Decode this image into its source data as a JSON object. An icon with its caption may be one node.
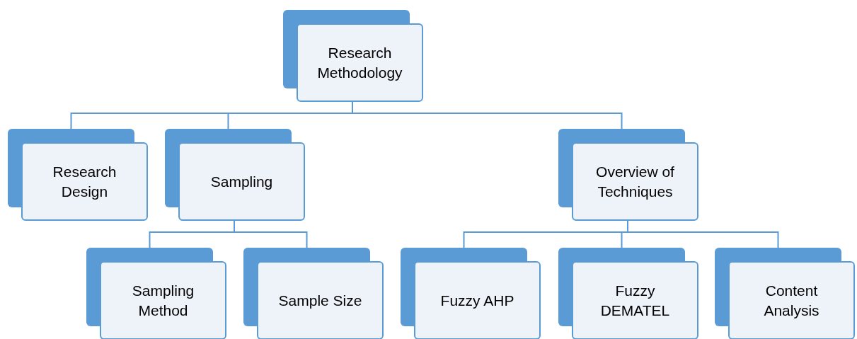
{
  "diagram": {
    "nodes": [
      {
        "text": [
          "Research Methodology"
        ]
      },
      {
        "text": [
          "Research Design"
        ]
      },
      {
        "text": [
          "Sampling"
        ]
      },
      {
        "text": [
          "Overview of Techniques"
        ]
      },
      {
        "text": [
          "Sampling Method"
        ]
      },
      {
        "text": [
          "Sample Size"
        ]
      },
      {
        "text": [
          "Fuzzy AHP"
        ]
      },
      {
        "text": [
          "Fuzzy DEMATEL"
        ]
      },
      {
        "text": [
          "Content Analysis"
        ]
      }
    ],
    "edges": [
      {
        "from": 0,
        "to": 1,
        "arrow": "none"
      },
      {
        "from": 0,
        "to": 2,
        "arrow": "none"
      },
      {
        "from": 0,
        "to": 3,
        "arrow": "none"
      },
      {
        "from": 2,
        "to": 4,
        "arrow": "none"
      },
      {
        "from": 2,
        "to": 5,
        "arrow": "none"
      },
      {
        "from": 3,
        "to": 6,
        "arrow": "none"
      },
      {
        "from": 3,
        "to": 7,
        "arrow": "none"
      },
      {
        "from": 3,
        "to": 8,
        "arrow": "none"
      }
    ]
  }
}
